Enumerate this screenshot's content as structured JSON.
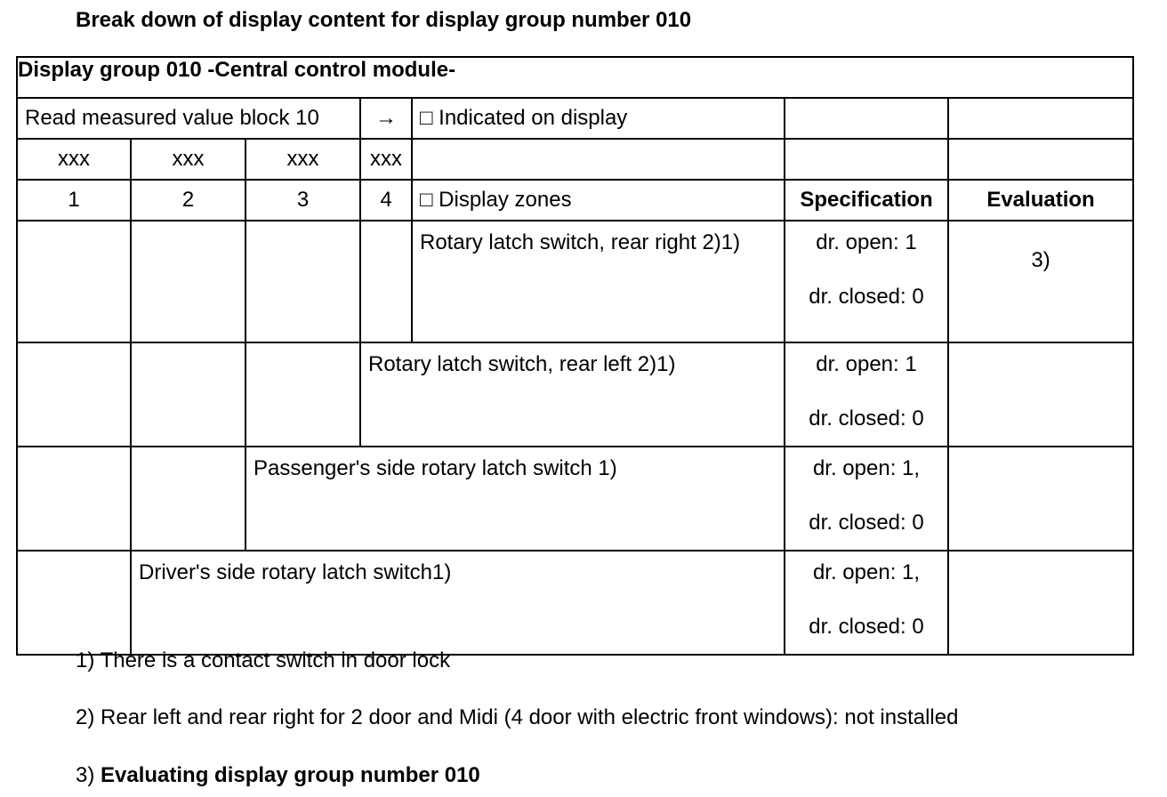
{
  "heading": "Break down of display content for display group number 010",
  "table": {
    "group_title": "Display group 010 -Central control module-",
    "read_block_label": "Read measured value block 10",
    "arrow": "→",
    "indicated_label": "□ Indicated on display",
    "placeholders": [
      "xxx",
      "xxx",
      "xxx",
      "xxx"
    ],
    "field_numbers": [
      "1",
      "2",
      "3",
      "4"
    ],
    "zones_label": "□ Display zones",
    "spec_header": "Specification",
    "eval_header": "Evaluation",
    "rows": [
      {
        "zone": "Rotary latch switch, rear right 2)1)",
        "spec_open": "dr. open: 1",
        "spec_closed": "dr. closed: 0",
        "evaluation": "3)"
      },
      {
        "zone": "Rotary latch switch, rear left 2)1)",
        "spec_open": "dr. open: 1",
        "spec_closed": "dr. closed: 0",
        "evaluation": ""
      },
      {
        "zone": "Passenger's side rotary latch switch 1)",
        "spec_open": "dr. open: 1,",
        "spec_closed": "dr. closed: 0",
        "evaluation": ""
      },
      {
        "zone": "Driver's side rotary latch switch1)",
        "spec_open": "dr. open: 1,",
        "spec_closed": "dr. closed: 0",
        "evaluation": ""
      }
    ]
  },
  "footnotes": {
    "note1": "1) There is a contact switch in door lock",
    "note2": "2) Rear left and rear right for 2 door and Midi (4 door with electric front windows): not installed",
    "note3_prefix": "3) ",
    "note3_bold": "Evaluating display group number 010"
  }
}
